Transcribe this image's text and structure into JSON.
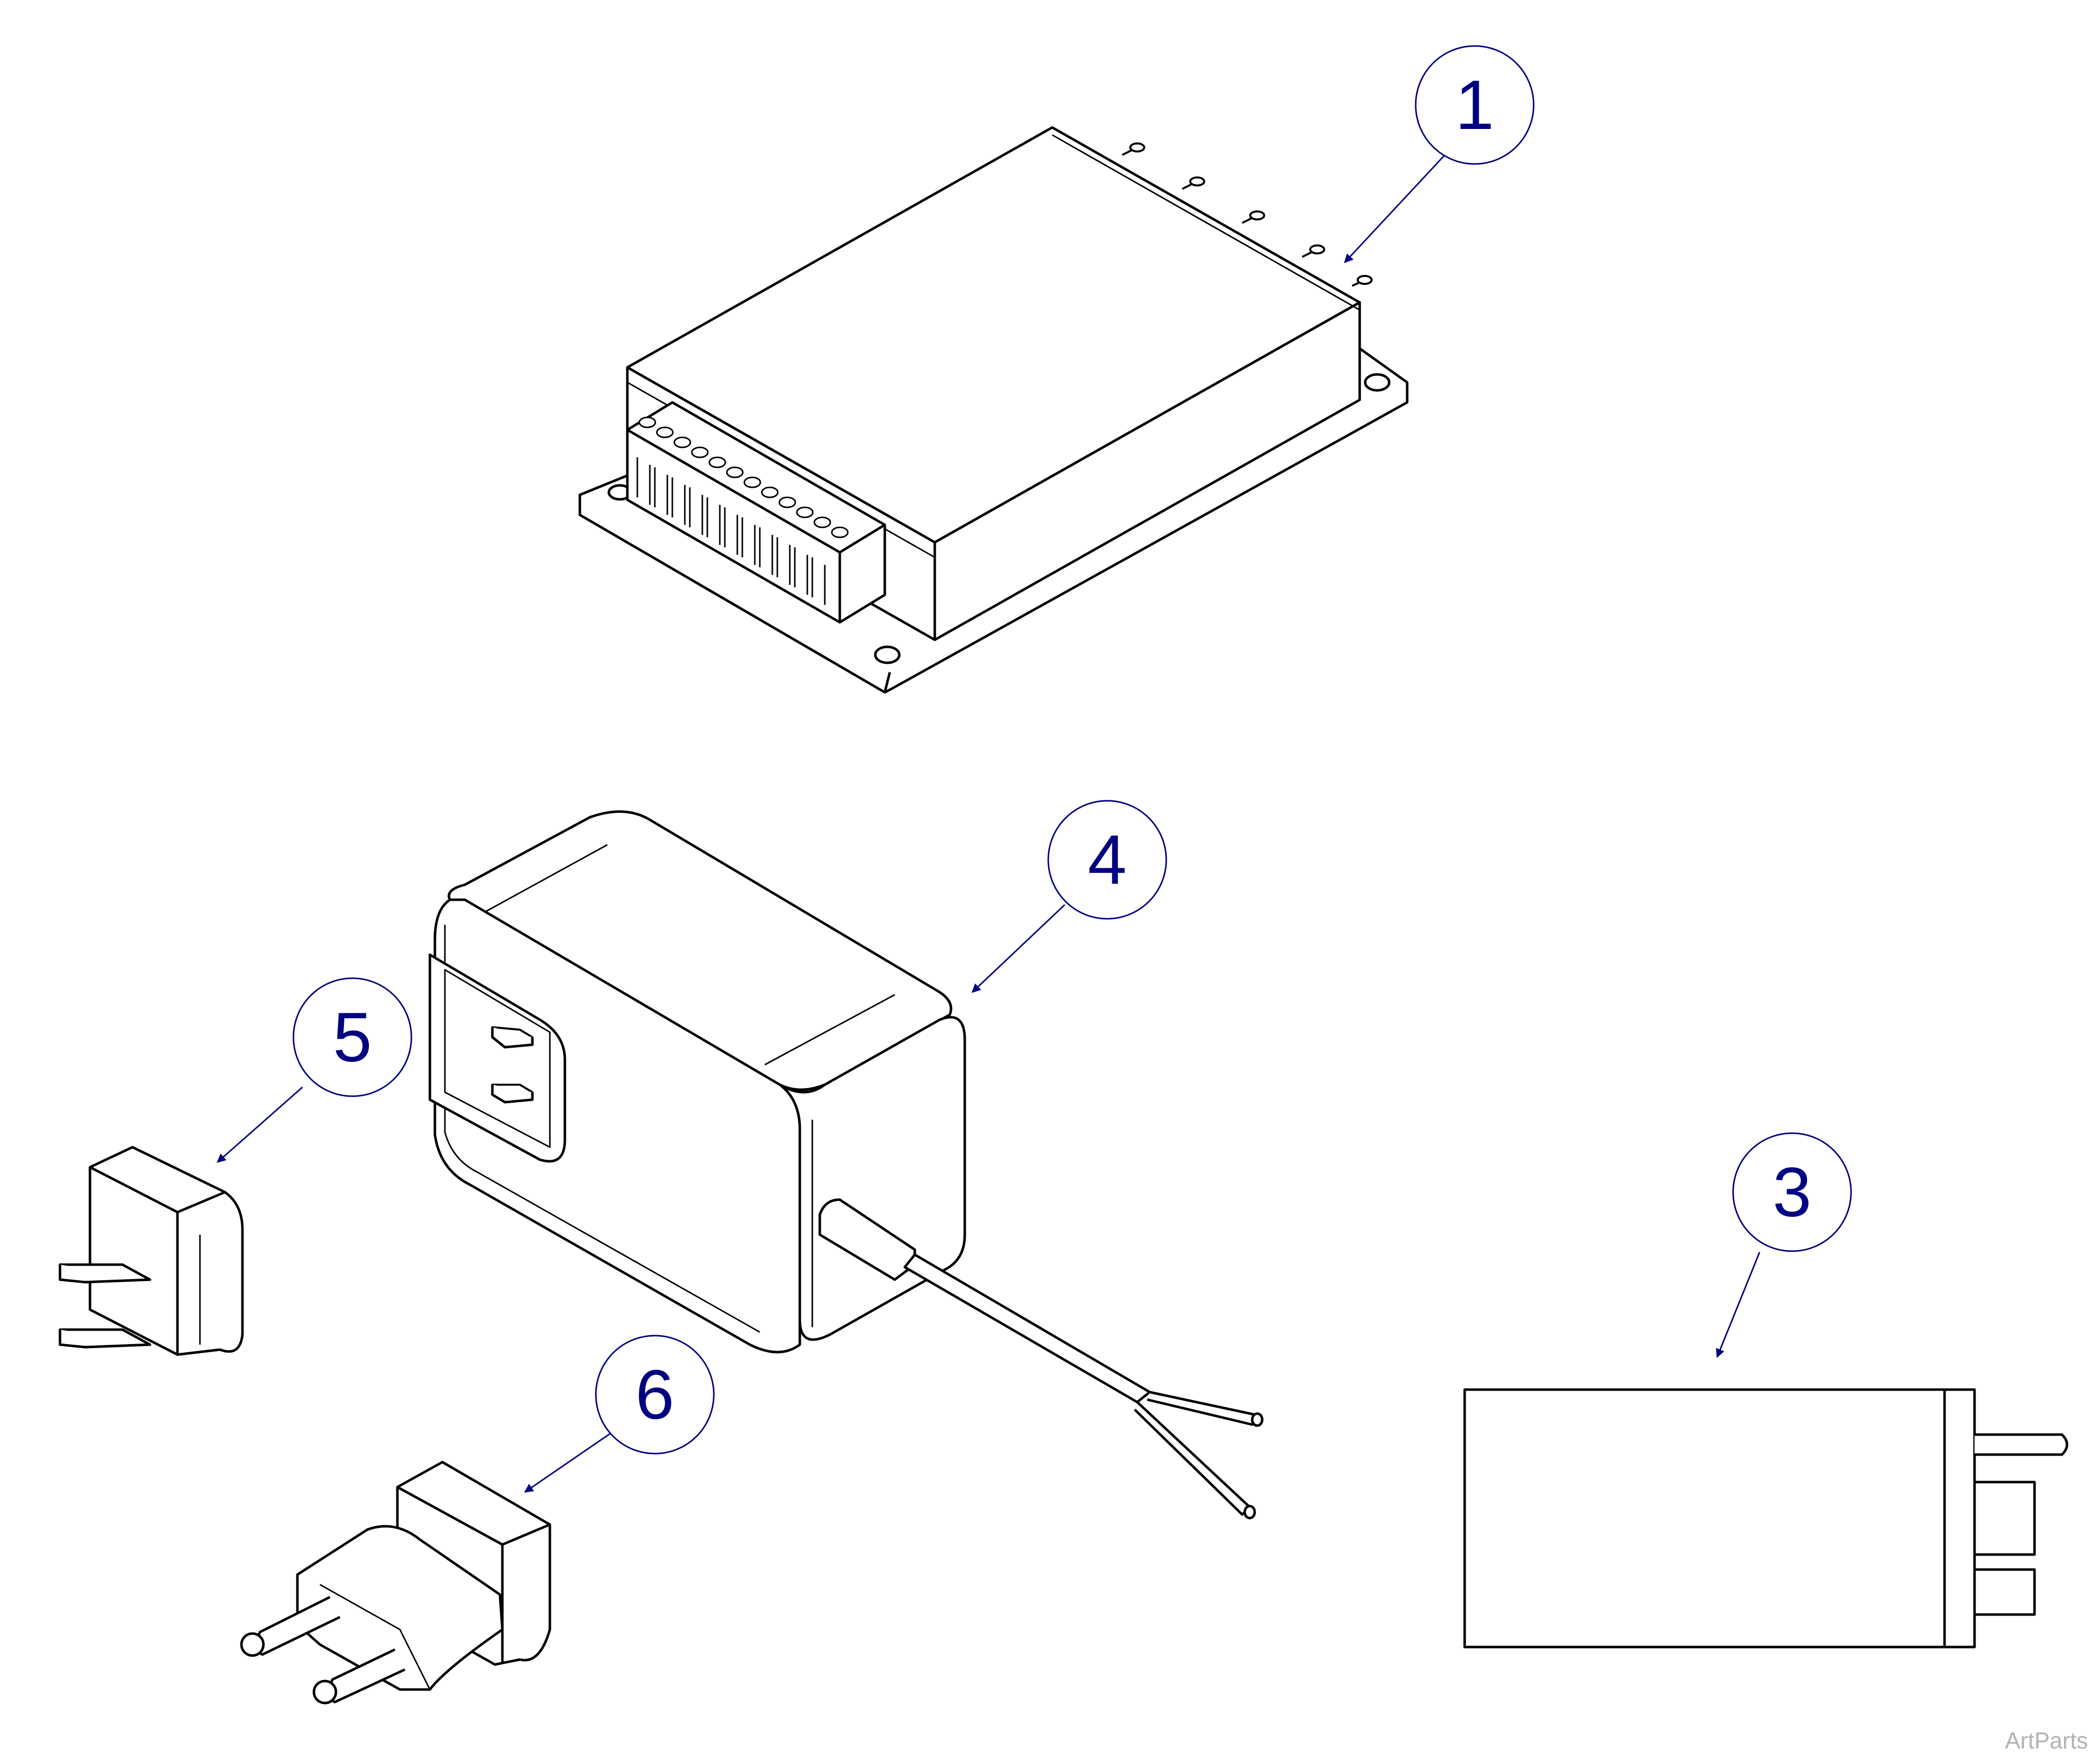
{
  "callouts": [
    {
      "id": "1",
      "label": "1",
      "part": "module-with-terminal-block"
    },
    {
      "id": "3",
      "label": "3",
      "part": "relay-side-view"
    },
    {
      "id": "4",
      "label": "4",
      "part": "power-supply-adapter"
    },
    {
      "id": "5",
      "label": "5",
      "part": "uk-plug-adapter"
    },
    {
      "id": "6",
      "label": "6",
      "part": "eu-plug-adapter"
    }
  ],
  "watermark": "ArtParts",
  "colors": {
    "line": "#000000",
    "callout": "#000080",
    "background": "#ffffff",
    "watermark": "#b3b3b3"
  }
}
